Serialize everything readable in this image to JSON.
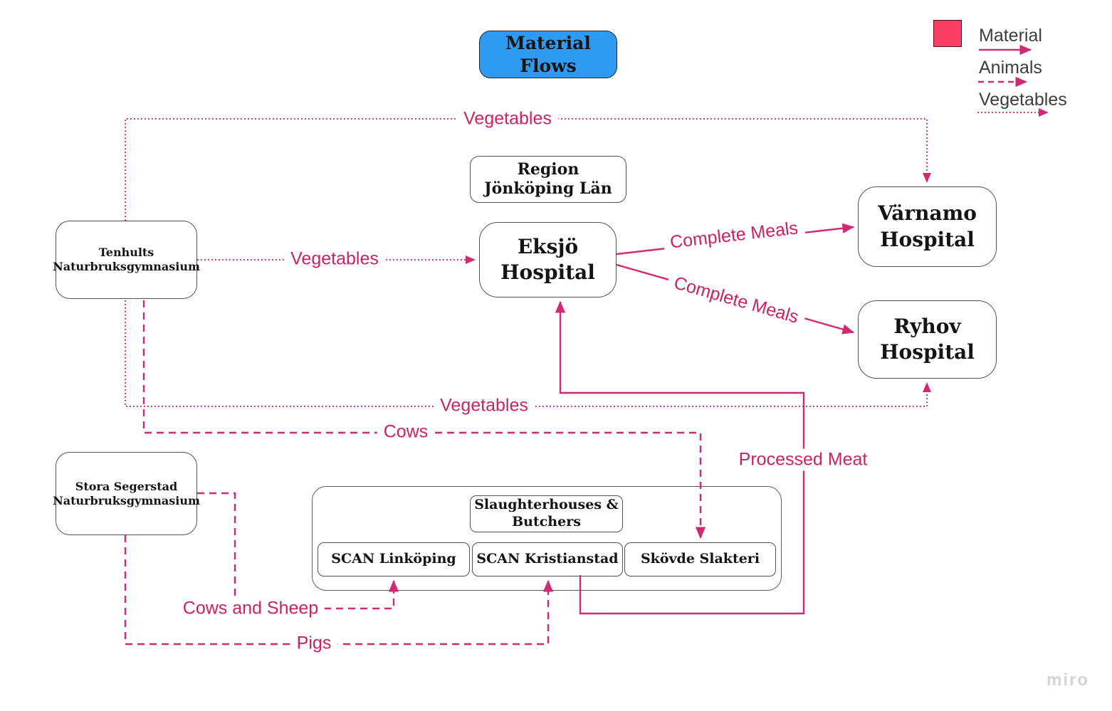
{
  "title": "Material Flows",
  "colors": {
    "flow_line": "#d22974",
    "flow_label_text": "#d0215f",
    "title_fill": "#2e9bf0",
    "legend_swatch": "#fb3e64"
  },
  "legend": {
    "items": [
      {
        "label": "Material",
        "style": "solid"
      },
      {
        "label": "Animals",
        "style": "dashed"
      },
      {
        "label": "Vegetables",
        "style": "dotted"
      }
    ]
  },
  "nodes": {
    "tenhults": {
      "lines": [
        "Tenhults",
        "Naturbruksgymnasium"
      ]
    },
    "region": {
      "lines": [
        "Region",
        "Jönköping Län"
      ]
    },
    "eksjo": {
      "lines": [
        "Eksjö",
        "Hospital"
      ]
    },
    "varnamo": {
      "lines": [
        "Värnamo",
        "Hospital"
      ]
    },
    "ryhov": {
      "lines": [
        "Ryhov",
        "Hospital"
      ]
    },
    "stora_segerstad": {
      "lines": [
        "Stora Segerstad",
        "Naturbruksgymnasium"
      ]
    },
    "slaughterhouses": {
      "label": "Slaughterhouses & Butchers"
    },
    "scan_linkoping": {
      "label": "SCAN Linköping"
    },
    "scan_kristianstad": {
      "label": "SCAN Kristianstad"
    },
    "skovde_slakteri": {
      "label": "Skövde Slakteri"
    }
  },
  "flows": {
    "vegetables_top": {
      "label": "Vegetables",
      "style": "dotted",
      "from": "Tenhults Naturbruksgymnasium",
      "to": "Värnamo Hospital"
    },
    "vegetables_mid": {
      "label": "Vegetables",
      "style": "dotted",
      "from": "Tenhults Naturbruksgymnasium",
      "to": "Eksjö Hospital"
    },
    "vegetables_bottom": {
      "label": "Vegetables",
      "style": "dotted",
      "from": "Tenhults Naturbruksgymnasium",
      "to": "Ryhov Hospital"
    },
    "cows": {
      "label": "Cows",
      "style": "dashed",
      "from": "Tenhults Naturbruksgymnasium",
      "to": "Skövde Slakteri"
    },
    "complete_meals_varnamo": {
      "label": "Complete Meals",
      "style": "solid",
      "from": "Eksjö Hospital",
      "to": "Värnamo Hospital"
    },
    "complete_meals_ryhov": {
      "label": "Complete Meals",
      "style": "solid",
      "from": "Eksjö Hospital",
      "to": "Ryhov Hospital"
    },
    "processed_meat": {
      "label": "Processed Meat",
      "style": "solid",
      "from": "SCAN Kristianstad",
      "to": "Eksjö Hospital"
    },
    "cows_and_sheep": {
      "label": "Cows and Sheep",
      "style": "dashed",
      "from": "Stora Segerstad Naturbruksgymnasium",
      "to": "SCAN Linköping"
    },
    "pigs": {
      "label": "Pigs",
      "style": "dashed",
      "from": "Stora Segerstad Naturbruksgymnasium",
      "to": "SCAN Kristianstad"
    }
  },
  "watermark": "miro"
}
